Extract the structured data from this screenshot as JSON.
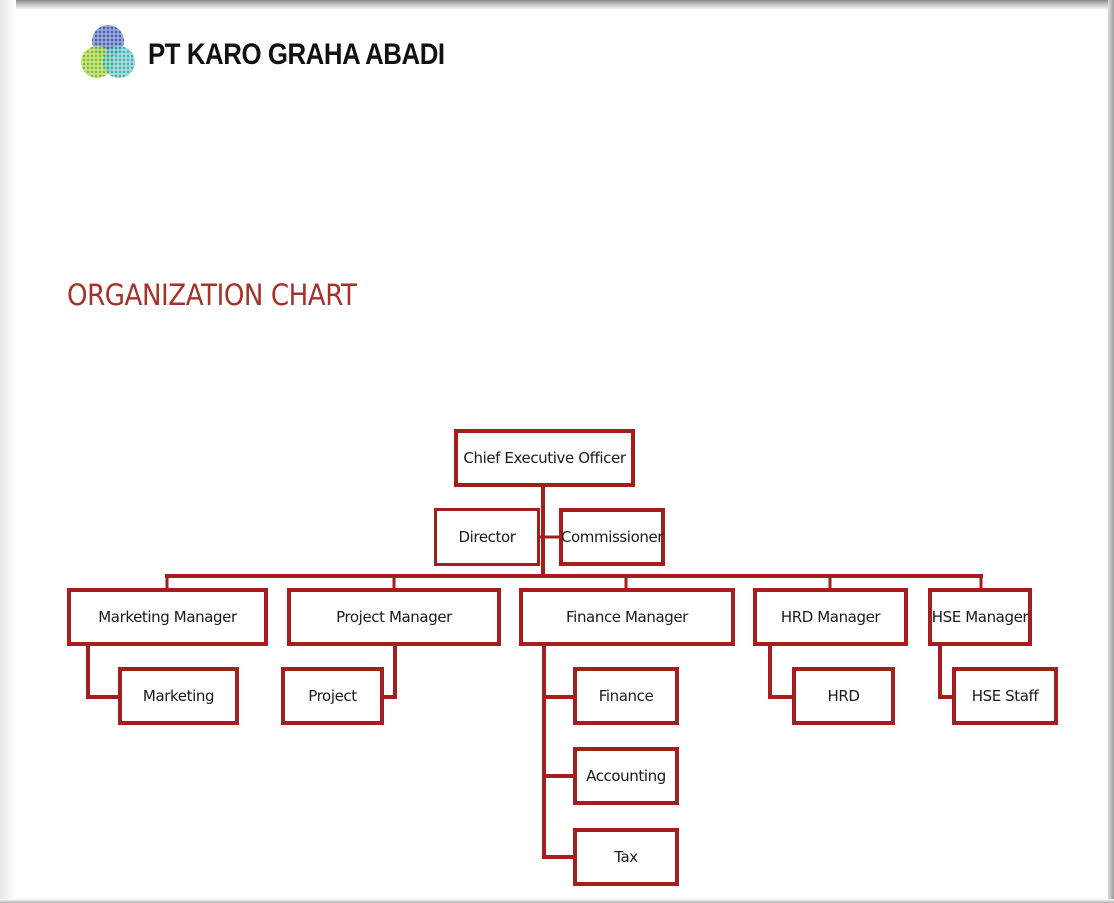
{
  "header": {
    "company_name": "PT KARO GRAHA ABADI",
    "logo_icon": "three-circles-logo-icon"
  },
  "title": {
    "text": "ORGANIZATION CHART",
    "color": "#a5312b"
  },
  "colors": {
    "box_border": "#a51e1e",
    "connector": "#a51e1e"
  },
  "org_chart": {
    "ceo": "Chief Executive Officer",
    "director": "Director",
    "commissioner": "Commissioner",
    "departments": [
      {
        "manager": "Marketing Manager",
        "staff": [
          "Marketing"
        ]
      },
      {
        "manager": "Project Manager",
        "staff": [
          "Project"
        ]
      },
      {
        "manager": "Finance Manager",
        "staff": [
          "Finance",
          "Accounting",
          "Tax"
        ]
      },
      {
        "manager": "HRD Manager",
        "staff": [
          "HRD"
        ]
      },
      {
        "manager": "HSE Manager",
        "staff": [
          "HSE Staff"
        ]
      }
    ]
  }
}
